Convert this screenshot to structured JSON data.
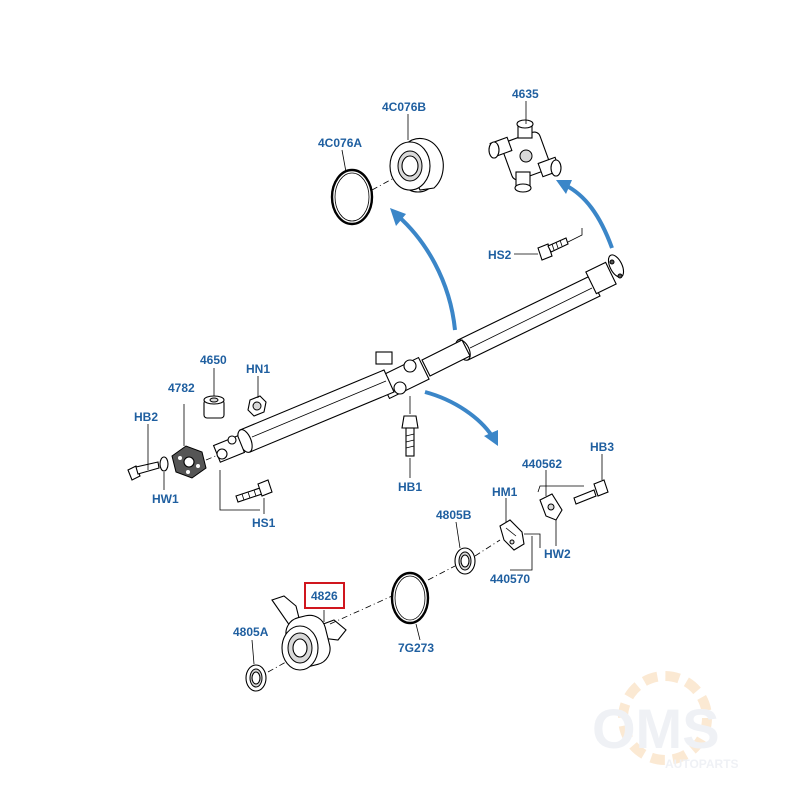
{
  "diagram": {
    "highlight_color": "#d0161e",
    "label_color": "#1f5fa0",
    "arrow_color": "#3b86c8",
    "labels": {
      "l_4c076b": "4C076B",
      "l_4635": "4635",
      "l_4c076a": "4C076A",
      "l_hs2": "HS2",
      "l_4650": "4650",
      "l_hn1": "HN1",
      "l_4782": "4782",
      "l_hb2": "HB2",
      "l_hw1": "HW1",
      "l_hs1": "HS1",
      "l_hb1": "HB1",
      "l_hb3": "HB3",
      "l_440562": "440562",
      "l_hm1": "HM1",
      "l_4805b": "4805B",
      "l_hw2": "HW2",
      "l_440570": "440570",
      "l_4826": "4826",
      "l_4805a": "4805A",
      "l_7g273": "7G273"
    }
  },
  "watermark": {
    "logo_text": "OMS",
    "sub_text": "AUTOPARTS"
  }
}
